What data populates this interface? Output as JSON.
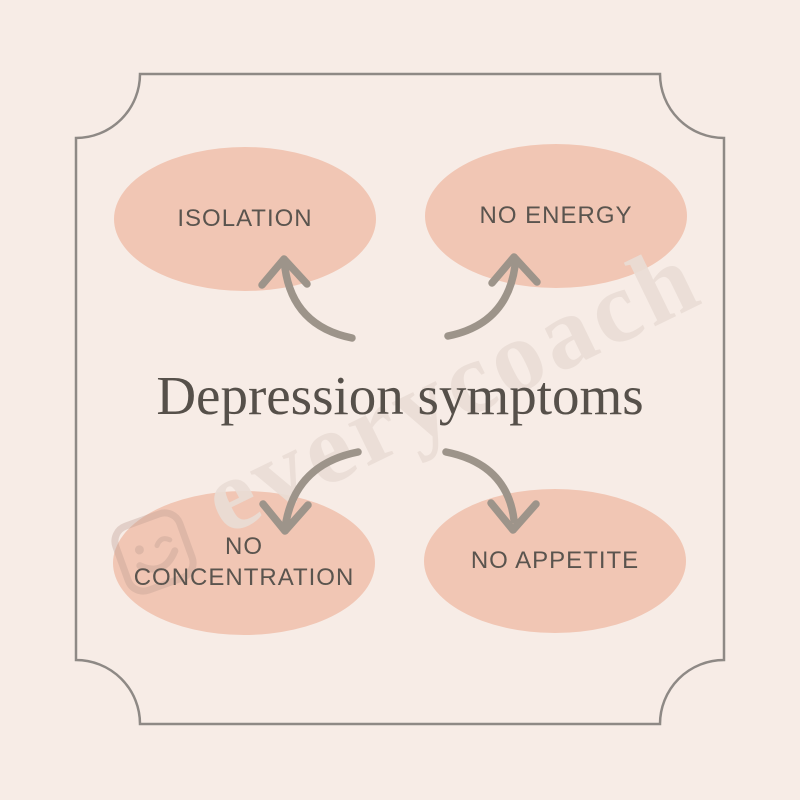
{
  "poster": {
    "title": "Depression symptoms",
    "bubbles": [
      {
        "label": "ISOLATION"
      },
      {
        "label": "NO ENERGY"
      },
      {
        "label": "NO CONCENTRATION"
      },
      {
        "label": "NO APPETITE"
      }
    ],
    "watermark": {
      "text": "everycoach",
      "icon": "winking-face-logo-icon"
    },
    "colors": {
      "background": "#f7ece6",
      "bubble_fill": "#f1c6b4",
      "frame_border": "#8e8985",
      "arrow": "#9d948a",
      "title_text": "#56504a",
      "label_text": "#5a544e",
      "watermark": "#e9ddd5"
    }
  }
}
